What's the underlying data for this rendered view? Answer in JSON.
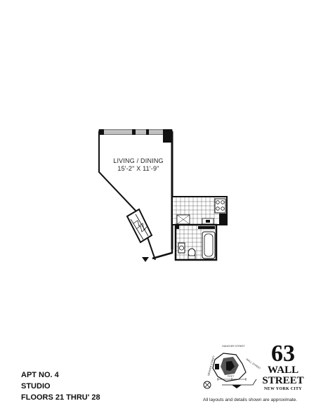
{
  "plan": {
    "room_name": "LIVING / DINING",
    "room_dimensions": "15'-2\" X 11'-9\""
  },
  "apartment": {
    "number": "APT NO. 4",
    "type": "STUDIO",
    "floors": "FLOORS 21 THRU' 28"
  },
  "brand": {
    "number": "63",
    "line1": "WALL",
    "line2": "STREET",
    "city": "NEW YORK CITY"
  },
  "key_plan": {
    "top_street": "HANOVER STREET",
    "left_street": "BEAVER STREET",
    "right_street": "WALL STREET",
    "scale_label": "FEET",
    "compass": "north-arrow-icon"
  },
  "disclaimer": "All layouts and details shown are approximate."
}
